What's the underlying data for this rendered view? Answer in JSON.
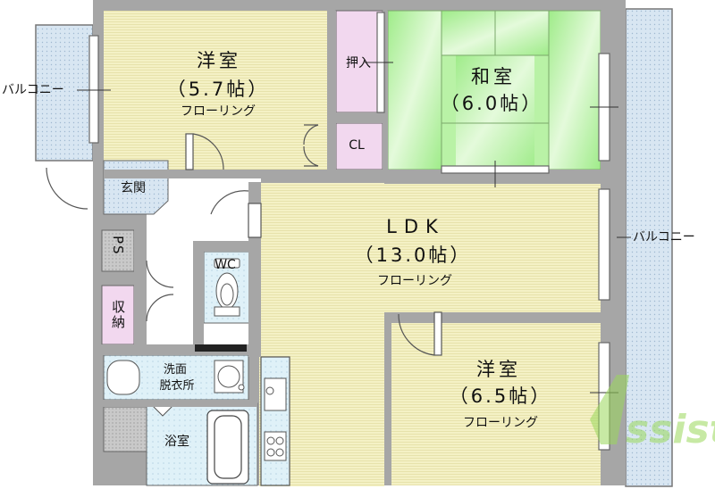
{
  "colors": {
    "wall": "#a6a6a6",
    "flooring": "#f4f1c5",
    "tatami": "#b9f2a6",
    "tatami_light": "#e6fbdd",
    "closet": "#f2d8ef",
    "wet": "#dff1f8",
    "balcony": "#d8e6f2",
    "watermark": "#9ad85a"
  },
  "rooms": {
    "western_a": {
      "name": "洋室",
      "size": "（5.7帖）",
      "floor": "フローリング"
    },
    "washitsu": {
      "name": "和室",
      "size": "（6.0帖）"
    },
    "ldk": {
      "name": "LDK",
      "size": "（13.0帖）",
      "floor": "フローリング"
    },
    "western_b": {
      "name": "洋室",
      "size": "（6.5帖）",
      "floor": "フローリング"
    },
    "oshiire": "押入",
    "cl": "CL",
    "genkan": "玄関",
    "ps": "PS",
    "wc": "WC",
    "shuno": "収納",
    "senmen": "洗面",
    "datsuijo": "脱衣所",
    "bath": "浴室"
  },
  "balcony_left": "バルコニー",
  "balcony_right": "バルコニー",
  "watermark": "Assist"
}
